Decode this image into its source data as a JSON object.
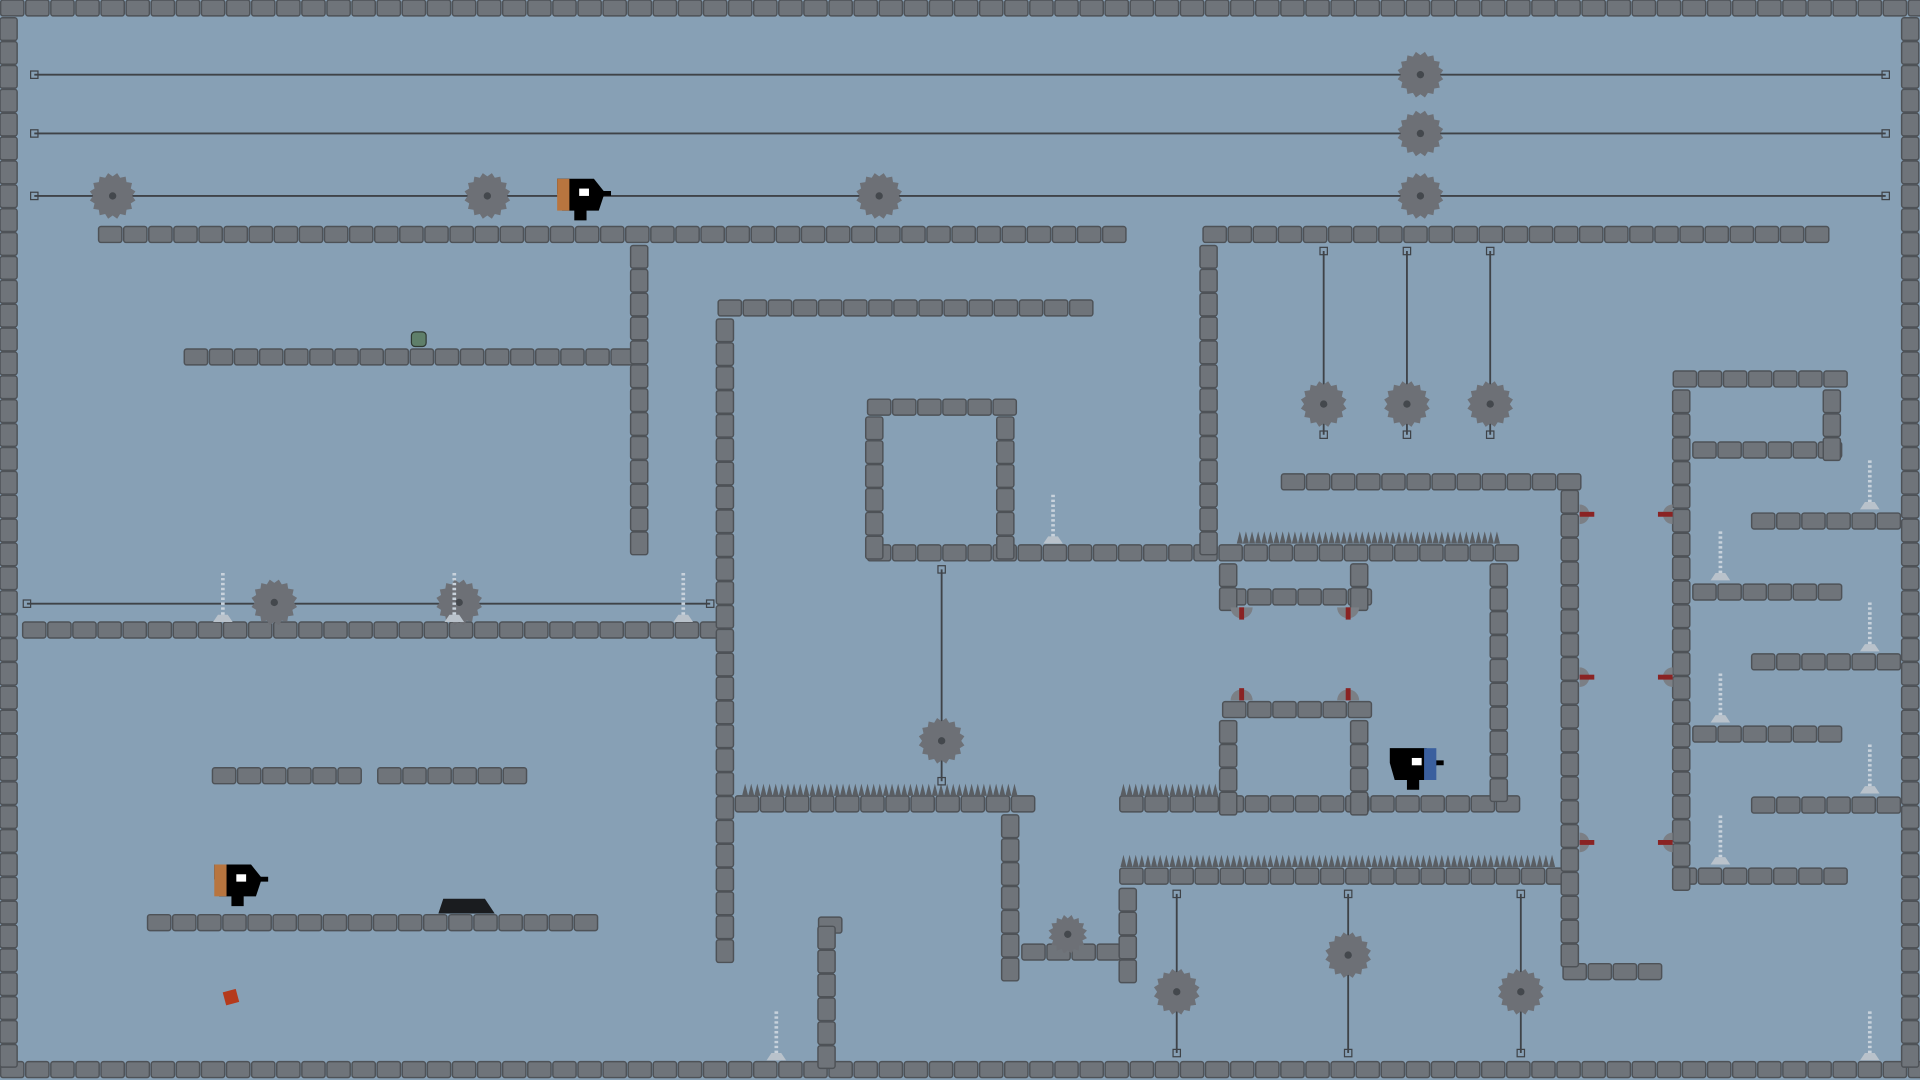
{
  "game": {
    "background_color": "#87a0b5",
    "block_color": "#6f747a",
    "block_edge_color": "#4e5257",
    "saw_color": "#6d7076",
    "rail_color": "#3f4348",
    "player_colors": {
      "orange": "#b8753f",
      "blue": "#3a5f9e",
      "body": "#000000"
    },
    "hazard_red": "#8a2323",
    "entities": [
      {
        "type": "player",
        "variant": "orange",
        "icon": "player-orange-icon"
      },
      {
        "type": "player",
        "variant": "orange",
        "icon": "player-orange-icon"
      },
      {
        "type": "player",
        "variant": "blue",
        "icon": "player-blue-icon"
      },
      {
        "type": "crawler-enemy",
        "icon": "crawler-icon"
      },
      {
        "type": "pickup",
        "icon": "red-gem-icon"
      },
      {
        "type": "pickup",
        "icon": "green-orb-icon"
      }
    ]
  }
}
